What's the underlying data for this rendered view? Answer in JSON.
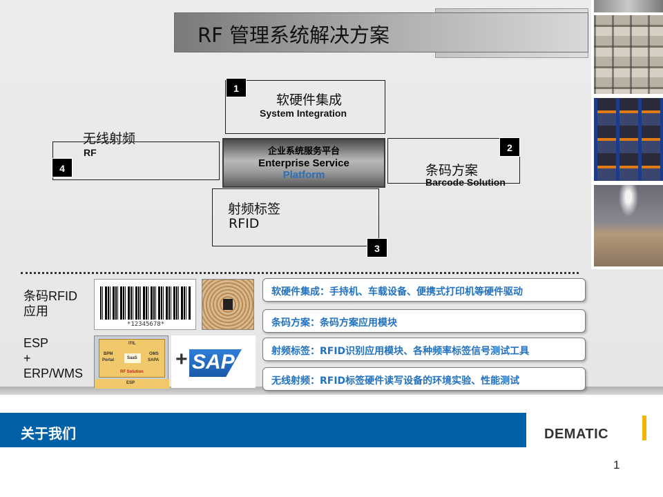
{
  "slide": {
    "title": "RF 管理系统解决方案",
    "colors": {
      "footer_blue": "#0061a8",
      "accent_yellow": "#f4b400",
      "pill_text_blue": "#2272c0"
    }
  },
  "diagram": {
    "center": {
      "line1": "企业系统服务平台",
      "line2": "Enterprise Service",
      "line3": "Platform"
    },
    "boxes": [
      {
        "number": "1",
        "zh": "软硬件集成",
        "en": "System Integration"
      },
      {
        "number": "2",
        "zh": "条码方案",
        "en": "Barcode Solution"
      },
      {
        "number": "3",
        "zh": "射频标签",
        "en": "RFID"
      },
      {
        "number": "4",
        "zh": "无线射频",
        "en": "RF"
      }
    ]
  },
  "applications": {
    "barcode_rfid_label": "条码RFID\n应用",
    "barcode_rfid_line1": "条码RFID",
    "barcode_rfid_line2": "应用",
    "esp_line1": "ESP",
    "esp_line2": "+",
    "esp_line3": "ERP/WMS",
    "barcode_digits": "*12345678*",
    "esp_diagram": {
      "top": "ITIL",
      "left1": "BPM",
      "left2": "Portal",
      "center": "SaaS",
      "right1": "OMS",
      "right2": "SAPA",
      "bottom_inner": "RF Solution",
      "bottom": "ESP"
    },
    "sap": {
      "plus": "+",
      "logo": "SAP"
    }
  },
  "features": [
    "软硬件集成：手持机、车载设备、便携式打印机等硬件驱动",
    "条码方案：条码方案应用模块",
    "射频标签：RFID识别应用模块、各种频率标签信号测试工具",
    "无线射频：RFID标签硬件读写设备的环境实验、性能测试"
  ],
  "footer": {
    "title": "关于我们",
    "logo": "DEMATIC",
    "page_number": "1"
  }
}
